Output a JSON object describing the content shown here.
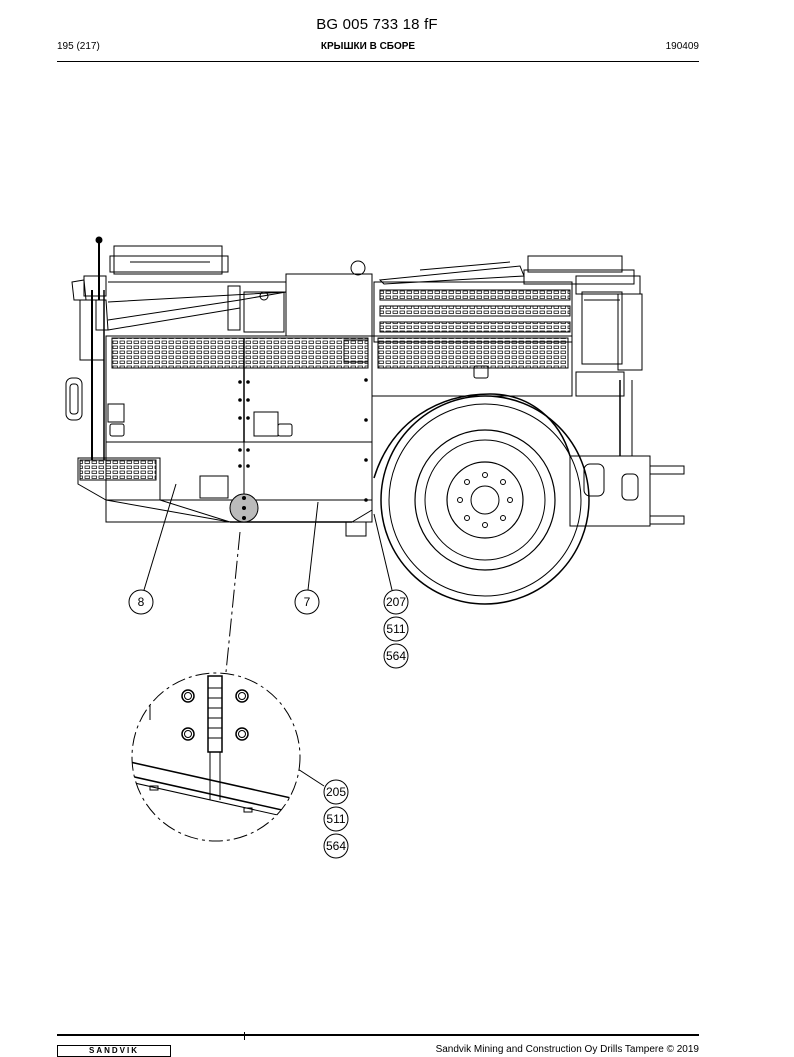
{
  "header": {
    "doc_code": "BG 005 733 18 fF",
    "page": "195 (217)",
    "title": "КРЫШКИ В СБОРЕ",
    "date": "190409"
  },
  "callouts": {
    "c8": "8",
    "c7": "7",
    "c207": "207",
    "c511a": "511",
    "c564a": "564",
    "c205": "205",
    "c511b": "511",
    "c564b": "564"
  },
  "footer": {
    "logo": "SANDVIK",
    "copyright": "Sandvik Mining and Construction Oy Drills Tampere © 2019"
  }
}
